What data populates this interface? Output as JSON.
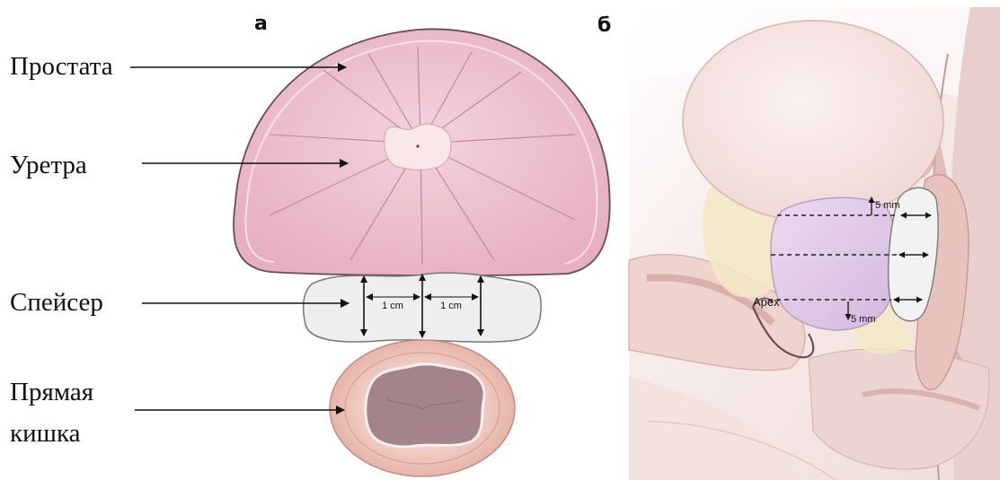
{
  "panel_a": {
    "label": "а",
    "terms": {
      "prostate": "Простата",
      "urethra": "Уретра",
      "spacer": "Спейсер",
      "rectum_line1": "Прямая",
      "rectum_line2": "кишка"
    },
    "measure_left": "1 cm",
    "measure_right": "1 cm"
  },
  "panel_b": {
    "label": "б",
    "apex": "Apex",
    "measure_top": "5 mm",
    "measure_bottom": "5 mm"
  },
  "colors": {
    "prostate_fill": "#ecbccc",
    "prostate_outline": "#6a4a55",
    "spacer_fill": "#eeeeee",
    "rectum_wall": "#eec2b8",
    "rectum_lumen": "#a58489",
    "anatomy_background": "#f3e7e5",
    "prostate_sagittal": "#e2cce8",
    "fat": "#f3e8c4"
  }
}
